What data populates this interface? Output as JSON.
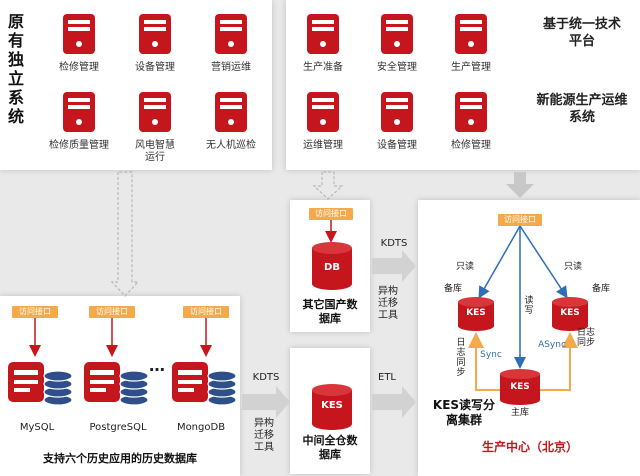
{
  "top_left": {
    "title": "原有独立系统",
    "systems": [
      "检修管理",
      "设备管理",
      "营销运维",
      "检修质量管理",
      "风电智慧运行",
      "无人机巡检"
    ]
  },
  "top_right": {
    "title_1": "基于统一技术平台",
    "title_2": "新能源生产运维系统",
    "systems": [
      "生产准备",
      "安全管理",
      "生产管理",
      "运维管理",
      "设备管理",
      "检修管理"
    ]
  },
  "access_tag": "访问接口",
  "legacy": {
    "databases": [
      "MySQL",
      "PostgreSQL",
      "MongoDB"
    ],
    "ellipsis": "…",
    "caption": "支持六个历史应用的历史数据库"
  },
  "middle_upper": {
    "db_label": "DB",
    "caption": "其它国产数据库"
  },
  "middle_lower": {
    "db_label": "KES",
    "caption": "中间全仓数据库"
  },
  "flows": {
    "kdts_top": "KDTS",
    "migrate_top": "异构迁移工具",
    "kdts_bottom": "KDTS",
    "migrate_bottom": "异构迁移工具",
    "etl": "ETL"
  },
  "prod_center": {
    "title": "生产中心（北京）",
    "cluster_caption": "KES读写分离集群",
    "readonly_left": "只读",
    "readonly_right": "只读",
    "standby_left": "备库",
    "standby_right": "备库",
    "readwrite": "读写",
    "primary": "主库",
    "node_label": "KES",
    "sync": "Sync",
    "async": "ASync",
    "log_sync_left": "日志同步",
    "log_sync_right": "日志同步"
  },
  "colors": {
    "red": "#c4161c",
    "orange": "#f4a94b",
    "blue": "#2f6db5",
    "gray_arrow": "#c8c8c8"
  }
}
